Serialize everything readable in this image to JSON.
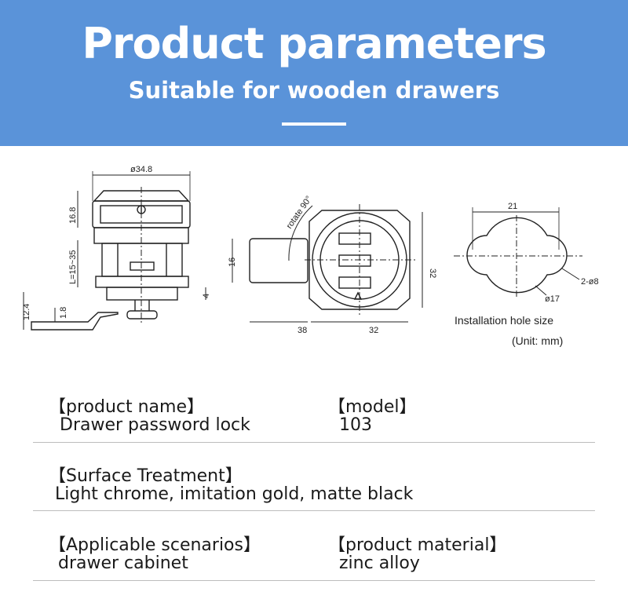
{
  "header": {
    "title": "Product parameters",
    "subtitle": "Suitable for wooden drawers"
  },
  "drawing": {
    "front_view": {
      "diameter_label": "ø34.8",
      "height_label": "16.8",
      "length_label": "L=15~35",
      "dim_4": "4",
      "dim_1_8": "1.8",
      "dim_12_4": "12.4"
    },
    "top_view": {
      "rotate_label": "rotate 90°",
      "dim_16": "16",
      "dim_32_v": "32",
      "dim_38": "38",
      "dim_32_h": "32"
    },
    "hole": {
      "dim_21": "21",
      "dim_8": "2-ø8",
      "dim_17": "ø17",
      "caption": "Installation hole size",
      "unit": "(Unit: mm)"
    }
  },
  "specs": {
    "product_name_label": "【product name】",
    "product_name_value": "Drawer password lock",
    "model_label": "【model】",
    "model_value": "103",
    "surface_label": "【Surface Treatment】",
    "surface_value": "Light chrome, imitation gold, matte black",
    "scenarios_label": "【Applicable scenarios】",
    "scenarios_value": "drawer cabinet",
    "material_label": "【product material】",
    "material_value": "zinc alloy"
  }
}
